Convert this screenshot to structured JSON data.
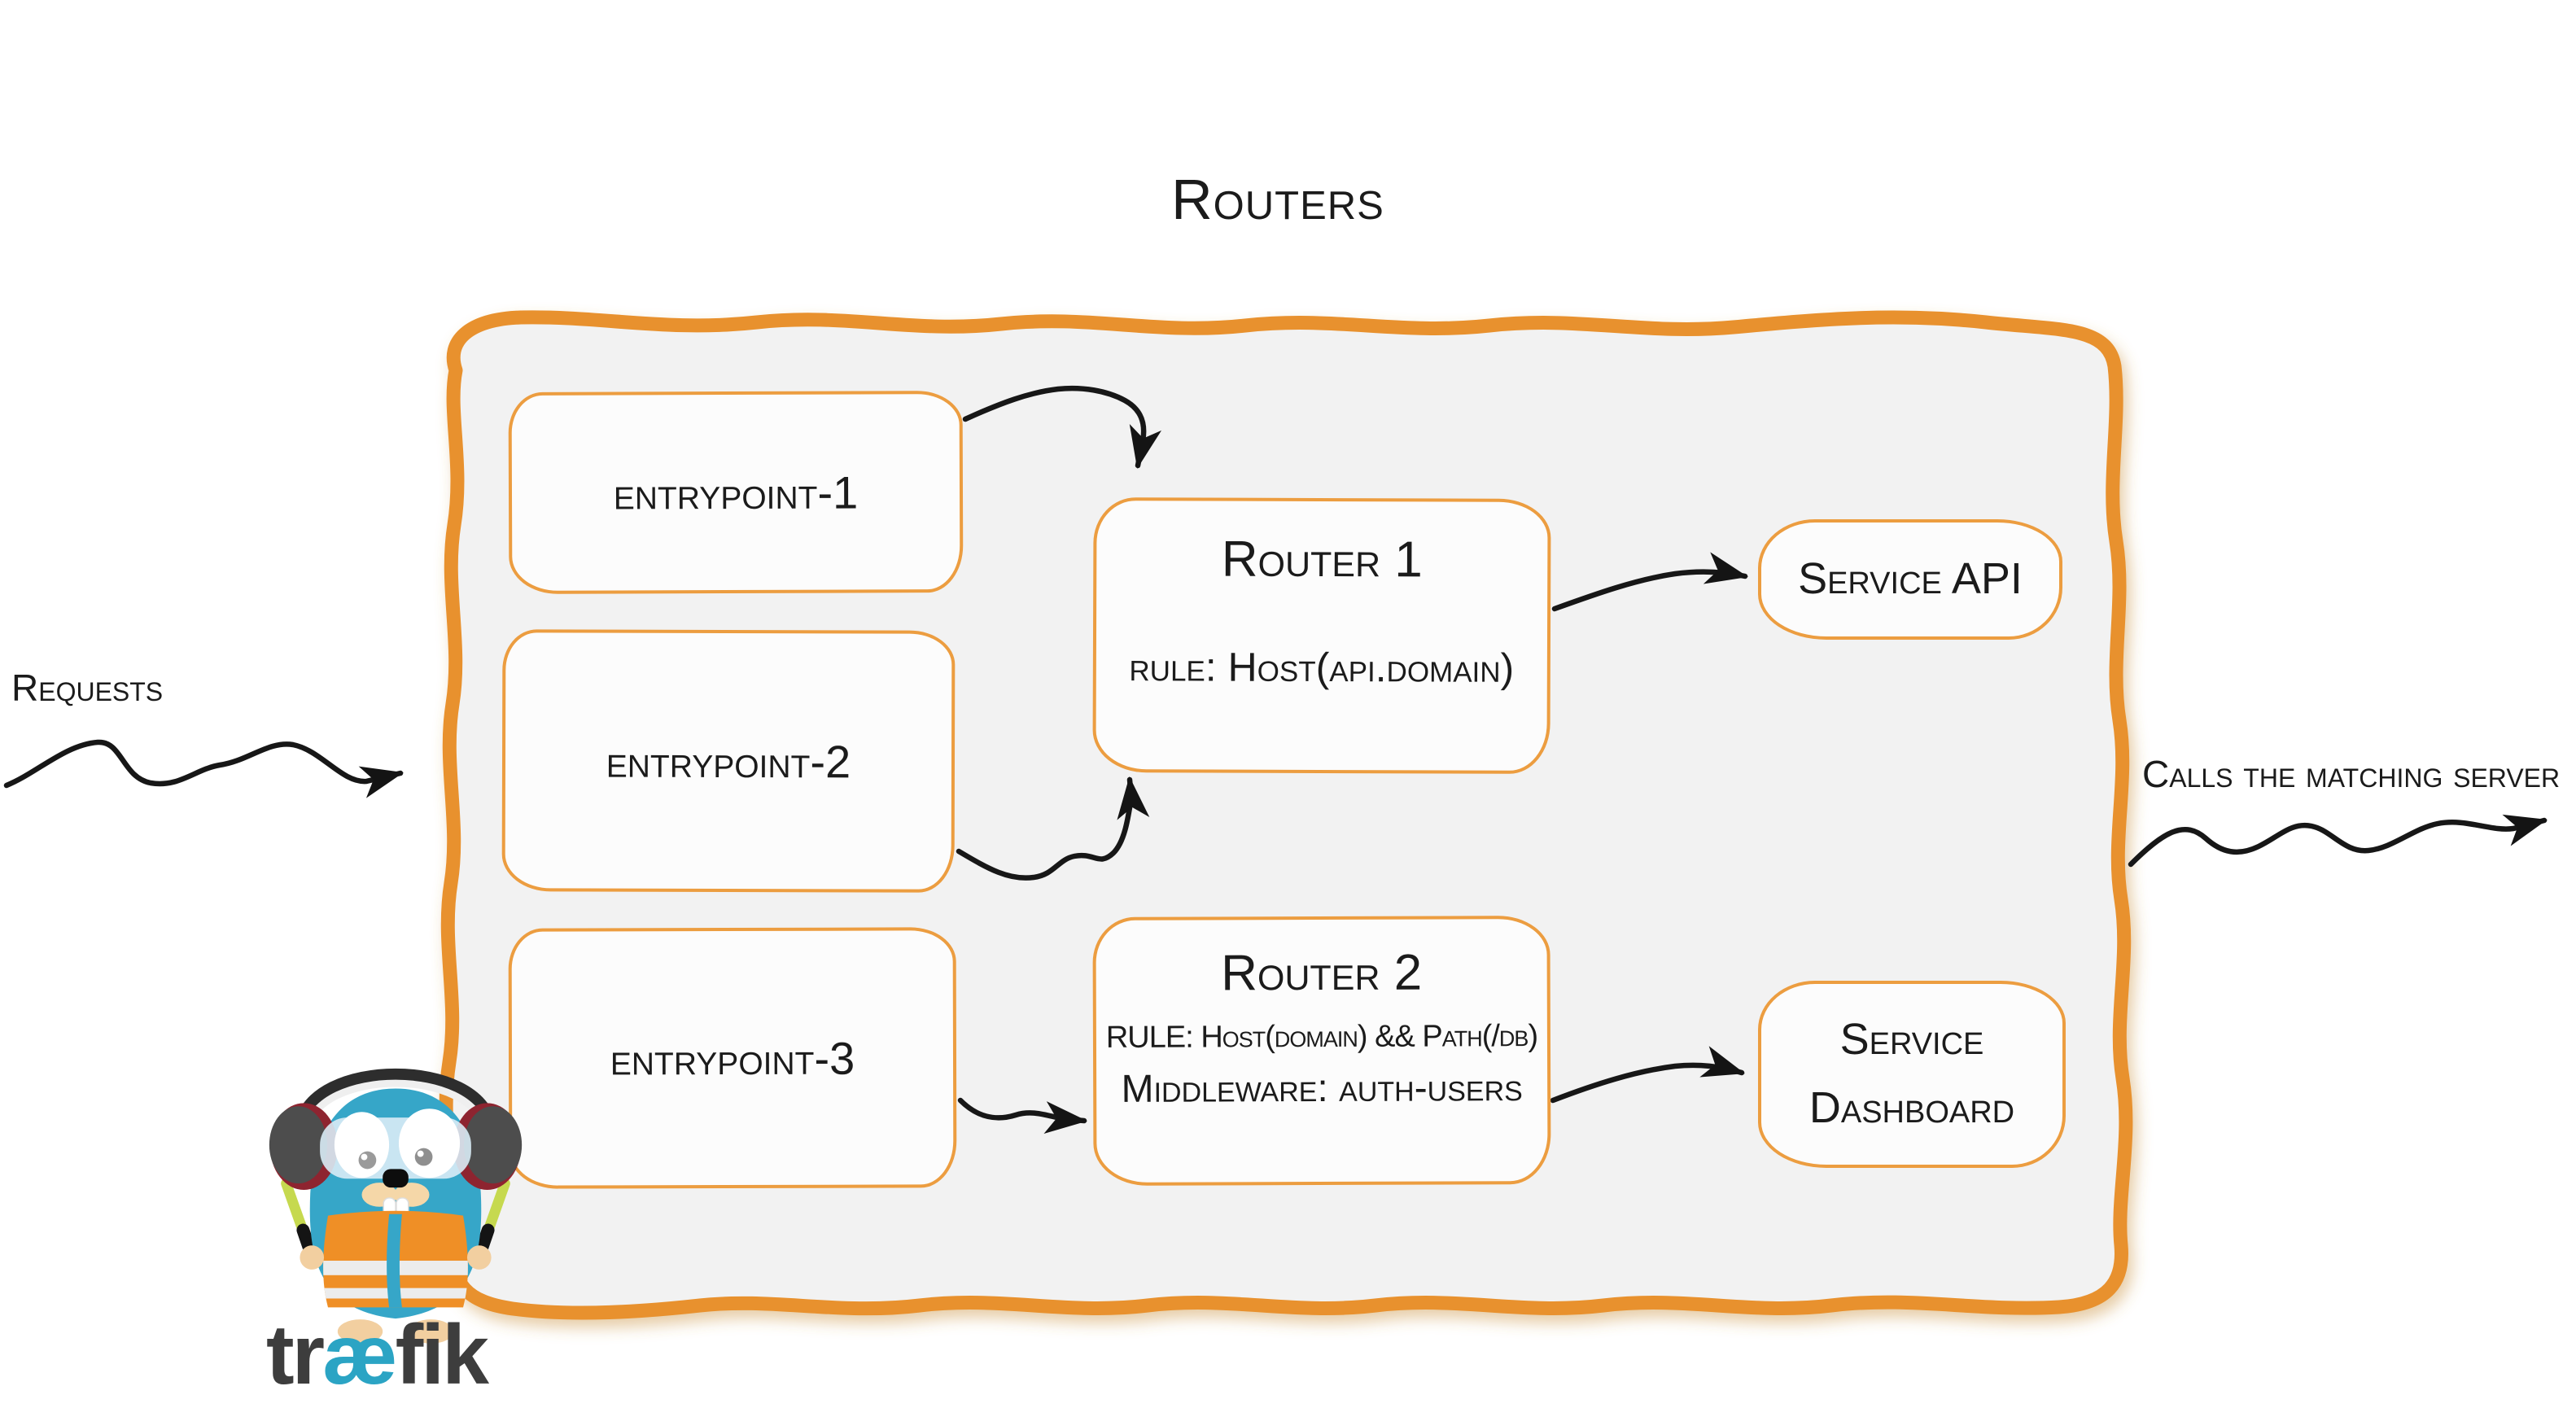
{
  "diagram": {
    "title": "Routers",
    "incoming_label": "Requests",
    "outgoing_label": "Calls the matching server",
    "entrypoints": [
      {
        "label": "entrypoint-1"
      },
      {
        "label": "entrypoint-2"
      },
      {
        "label": "entrypoint-3"
      }
    ],
    "routers": [
      {
        "name": "Router 1",
        "rule": "rule: Host(api.domain)"
      },
      {
        "name": "Router 2",
        "rule": "RULE: Host(domain) && Path(/db)",
        "middleware": "Middleware: auth-users"
      }
    ],
    "services": [
      {
        "label": "Service API"
      },
      {
        "label": "Service Dashboard"
      }
    ]
  },
  "logo": {
    "brand_pre": "tr",
    "brand_ae": "æ",
    "brand_post": "fik"
  },
  "colors": {
    "container_border_orange": "#e8912d",
    "box_border_orange": "#ec9d40",
    "container_fill": "#f2f2f2",
    "box_fill": "#fcfcfc",
    "ink_black": "#1b1b1b",
    "brand_teal": "#2ba4c4",
    "brand_dark_gray": "#3d3d3d",
    "gopher_body_teal": "#36a6c8",
    "vest_orange": "#ef8f26",
    "wand_green": "#c6d94f"
  }
}
